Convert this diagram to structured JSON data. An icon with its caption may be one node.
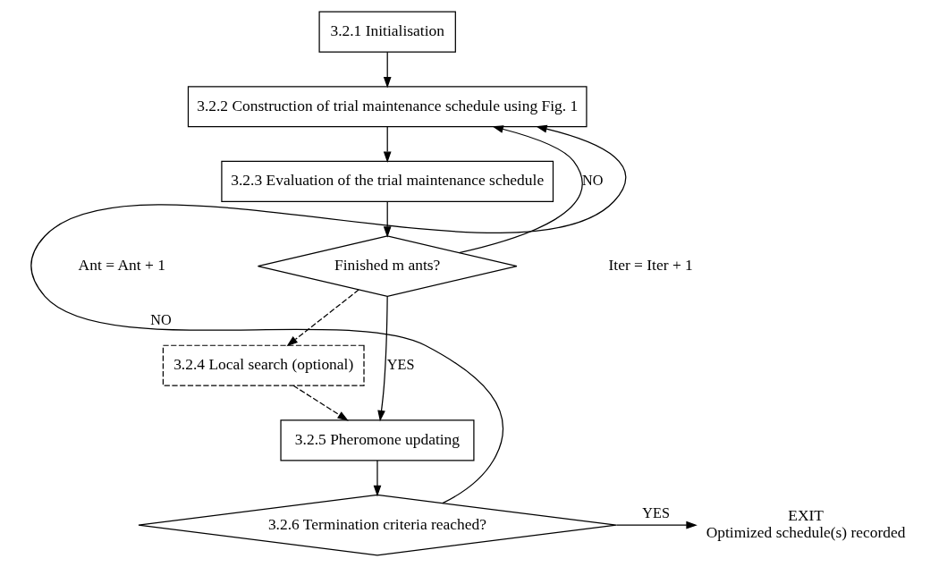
{
  "diagram": {
    "nodes": [
      {
        "text": [
          "3.2.1 Initialisation"
        ]
      },
      {
        "text": [
          "3.2.2 Construction of trial maintenance schedule using Fig. 1"
        ]
      },
      {
        "text": [
          "3.2.3 Evaluation of the trial maintenance schedule"
        ]
      },
      {
        "text": [
          "Finished m ants?"
        ]
      },
      {
        "text": [
          "3.2.4 Local search (optional)"
        ]
      },
      {
        "text": [
          "3.2.5 Pheromone updating"
        ]
      },
      {
        "text": [
          "3.2.6 Termination criteria reached?"
        ]
      },
      {
        "text": [
          "EXIT",
          "Optimized schedule(s) recorded"
        ]
      }
    ],
    "edges": [
      {
        "from": 0,
        "to": 1,
        "arrow": "to"
      },
      {
        "from": 1,
        "to": 2,
        "arrow": "to"
      },
      {
        "from": 2,
        "to": 3,
        "arrow": "to"
      },
      {
        "from": 3,
        "to": 1,
        "arrow": "to",
        "label": "NO"
      },
      {
        "from": 3,
        "to": 5,
        "arrow": "to",
        "label": "YES"
      },
      {
        "from": 3,
        "to": 4,
        "arrow": "to",
        "style": "dashed"
      },
      {
        "from": 4,
        "to": 5,
        "arrow": "to",
        "style": "dashed"
      },
      {
        "from": 5,
        "to": 6,
        "arrow": "to"
      },
      {
        "from": 6,
        "to": 7,
        "arrow": "to",
        "label": "YES"
      },
      {
        "from": 6,
        "to": 1,
        "arrow": "to",
        "label": "NO"
      }
    ],
    "labels": [
      "Ant = Ant + 1",
      "Iter = Iter + 1"
    ]
  }
}
